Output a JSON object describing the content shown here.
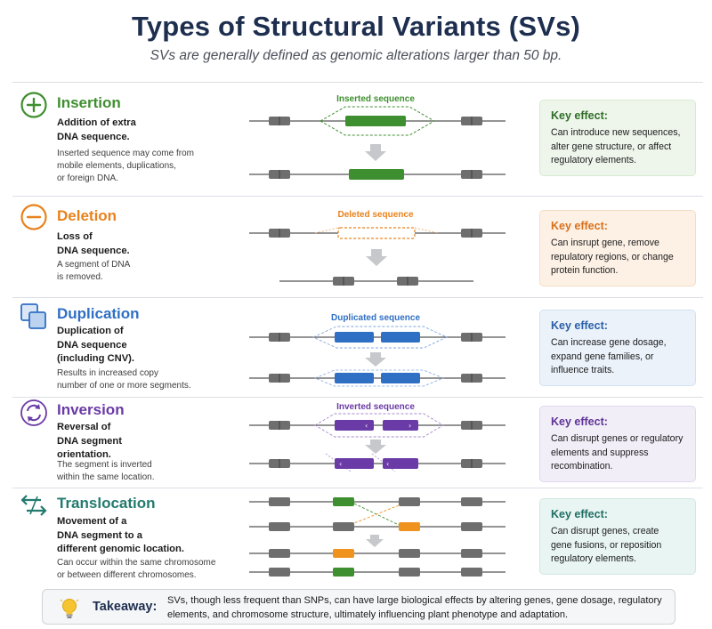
{
  "title": "Types of Structural Variants (SVs)",
  "subtitle": "SVs are generally defined as genomic alterations larger than 50 bp.",
  "colors": {
    "insertion": "#3e8f2f",
    "deletion": "#e8821c",
    "duplication": "#2f6fc4",
    "inversion": "#6a3aa6",
    "translocation": "#237a6e",
    "block": "#6e6e6e",
    "arrow": "#c6c8cc"
  },
  "variants": [
    {
      "name": "Insertion",
      "icon": "plus-circle-icon",
      "desc": [
        "Addition of extra",
        "DNA sequence."
      ],
      "note": [
        "Inserted sequence may come from",
        "mobile elements, duplications,",
        "or foreign DNA."
      ],
      "diagram_label": "Inserted sequence",
      "effect_title": "Key effect:",
      "effect_text": [
        "Can introduce new sequences,",
        "alter gene structure, or affect",
        "regulatory elements."
      ]
    },
    {
      "name": "Deletion",
      "icon": "minus-circle-icon",
      "desc": [
        "Loss of",
        "DNA sequence."
      ],
      "note": [
        "A segment of DNA",
        "is removed."
      ],
      "diagram_label": "Deleted sequence",
      "effect_title": "Key effect:",
      "effect_text": [
        "Can insrupt gene, remove",
        "repulatory regions, or change",
        "protein function."
      ]
    },
    {
      "name": "Duplication",
      "icon": "duplicate-squares-icon",
      "desc": [
        "Duplication of",
        "DNA sequence",
        "(including CNV)."
      ],
      "note": [
        "Results in increased copy",
        "number of one or more segments."
      ],
      "diagram_label": "Duplicated sequence",
      "effect_title": "Key effect:",
      "effect_text": [
        "Can increase gene dosage,",
        "expand gene families, or",
        "influence traits."
      ]
    },
    {
      "name": "Inversion",
      "icon": "rotate-arrows-icon",
      "desc": [
        "Reversal of",
        "DNA segment",
        "orientation."
      ],
      "note": [
        "The segment is inverted",
        "within the same location."
      ],
      "diagram_label": "Inverted sequence",
      "effect_title": "Key effect:",
      "effect_text": [
        "Can disrupt genes or regulatory",
        "elements and suppress",
        "recombination."
      ]
    },
    {
      "name": "Translocation",
      "icon": "swap-arrows-icon",
      "desc": [
        "Movement of a",
        "DNA segment to a",
        "different genomic location."
      ],
      "note": [
        "Can occur within the same chromosome",
        "or between different chromosomes."
      ],
      "diagram_label": "",
      "effect_title": "Key effect:",
      "effect_text": [
        "Can disrupt genes, create",
        "gene fusions, or reposition",
        "regulatory elements."
      ]
    }
  ],
  "takeaway": {
    "label": "Takeaway:",
    "text": "SVs, though less frequent than SNPs, can have large biological effects by altering genes, gene dosage, regulatory elements, and chromosome structure, ultimately influencing plant phenotype and adaptation."
  }
}
